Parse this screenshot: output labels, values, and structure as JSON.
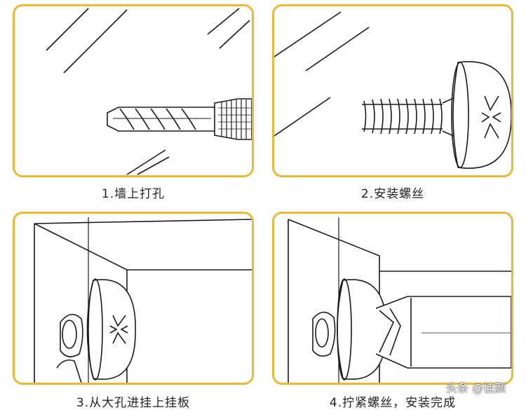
{
  "steps": [
    {
      "caption": "1.墙上打孔",
      "illustration": "drill-bit"
    },
    {
      "caption": "2.安装螺丝",
      "illustration": "screw"
    },
    {
      "caption": "3.从大孔进挂上挂板",
      "illustration": "hanging-board"
    },
    {
      "caption": "4.拧紧螺丝，安装完成",
      "illustration": "screwdriver-tighten"
    }
  ],
  "watermark": "头条 @佳颜",
  "colors": {
    "frame": "#e9b83c",
    "ink": "#1a1a1a"
  }
}
